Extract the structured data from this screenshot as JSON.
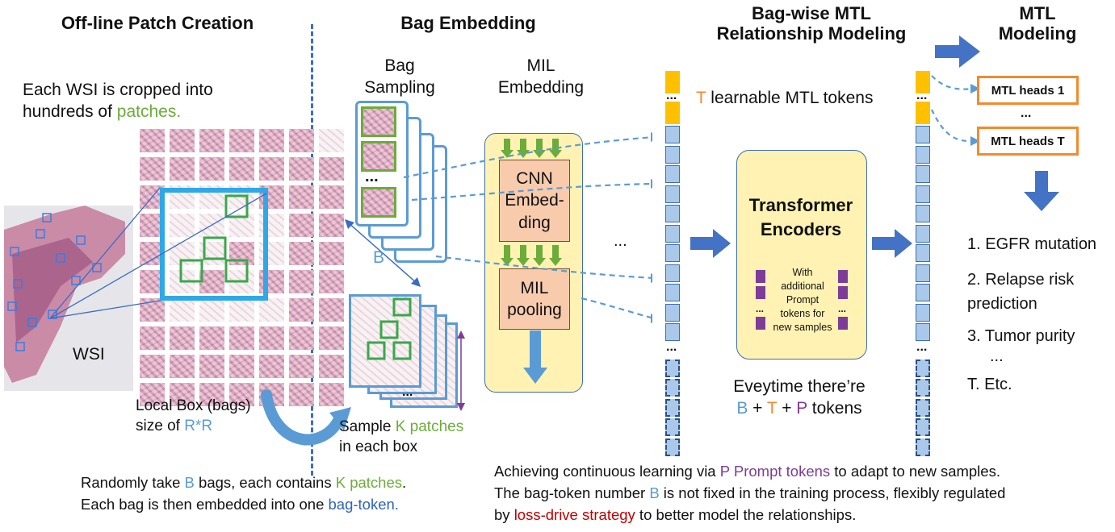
{
  "headers": {
    "patch_creation": "Off-line Patch Creation",
    "bag_embedding": "Bag Embedding",
    "mtl_relationship_line1": "Bag-wise MTL",
    "mtl_relationship_line2": "Relationship Modeling",
    "mtl_modeling_line1": "MTL",
    "mtl_modeling_line2": "Modeling"
  },
  "patch_creation": {
    "intro_line1": "Each WSI is cropped into",
    "intro_line2_a": "hundreds of ",
    "intro_line2_b": "patches.",
    "wsi_label": "WSI",
    "localbox_line1": "Local Box (bags)",
    "localbox_line2_a": "size of ",
    "localbox_line2_b": "R*R"
  },
  "bag_embedding": {
    "bag_sampling_line1": "Bag",
    "bag_sampling_line2": "Sampling",
    "mil_embedding_line1": "MIL",
    "mil_embedding_line2": "Embedding",
    "b_label": "B",
    "ellipsis": "...",
    "cnn_line1": "CNN",
    "cnn_line2": "Embed-",
    "cnn_line3": "ding",
    "mil_pool_line1": "MIL",
    "mil_pool_line2": "pooling",
    "sample_line1_a": "Sample ",
    "sample_line1_b": "K patches",
    "sample_line2": "in each box",
    "mid_ellipsis": "..."
  },
  "mtl_relationship": {
    "token_label_a": "T",
    "token_label_b": " learnable MTL tokens",
    "transformer_line1": "Transformer",
    "transformer_line2": "Encoders",
    "prompt_line1": "With",
    "prompt_line2": "additional",
    "prompt_line3": "Prompt",
    "prompt_line4": "tokens for",
    "prompt_line5": "new samples",
    "everytime_line1": "Eveytime there’re",
    "b": "B",
    "plus1": " + ",
    "t": "T",
    "plus2": " + ",
    "p": "P",
    "tokens": " tokens"
  },
  "mtl_modeling": {
    "head1": "MTL heads 1",
    "head_dots": "...",
    "headT": "MTL heads T",
    "task1": "1. EGFR mutation",
    "task2_line1": "2. Relapse risk",
    "task2_line2": "prediction",
    "task3": "3. Tumor purity",
    "task_dots": "...",
    "taskT": "T. Etc."
  },
  "footer_left": {
    "line1_a": "Randomly take ",
    "line1_b": "B",
    "line1_c": " bags, each contains ",
    "line1_d": "K patches",
    "line1_e": ".",
    "line2_a": "Each bag is then embedded into one ",
    "line2_b": "bag-token."
  },
  "footer_right": {
    "line1_a": "Achieving continuous learning via ",
    "line1_b": "P Prompt tokens",
    "line1_c": " to adapt to new samples.",
    "line2_a": "The bag-token number ",
    "line2_b": "B",
    "line2_c": " is not fixed in the training process, flexibly regulated",
    "line3_a": "by ",
    "line3_b": "loss-drive strategy",
    "line3_c": " to better model the relationships."
  },
  "colors": {
    "accent_blue": "#5b9bd5",
    "patch_green": "#6cac3a",
    "token_orange": "#f28a2e",
    "prompt_purple": "#7d3c98",
    "loss_red": "#c00000",
    "yellow_panel": "#fff2b3",
    "salmon_box": "#f8cbad"
  }
}
